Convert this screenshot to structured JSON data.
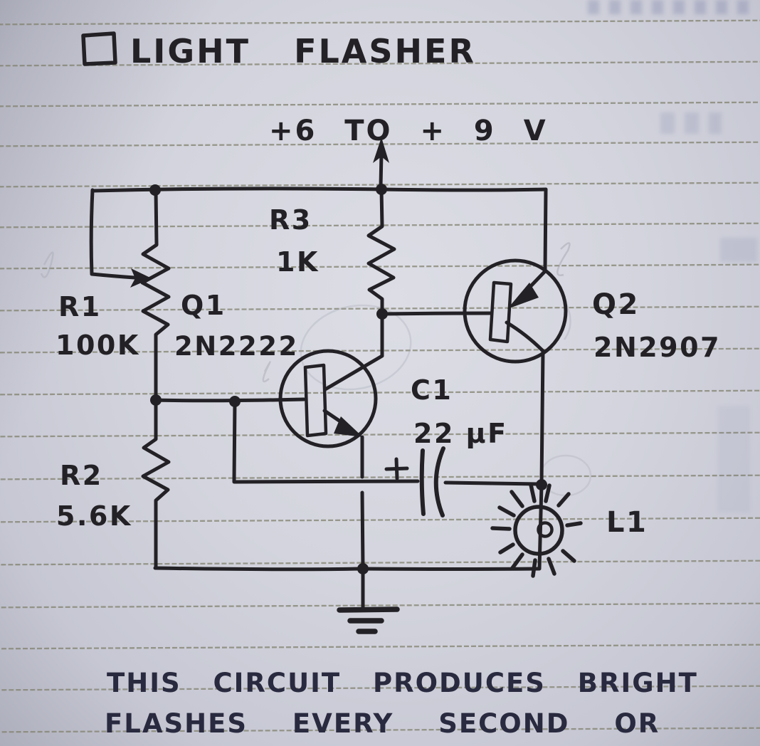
{
  "title": {
    "text": "LIGHT FLASHER"
  },
  "supply": {
    "label": "+6 TO + 9 V"
  },
  "components": {
    "r1": {
      "ref": "R1",
      "value": "100K"
    },
    "r2": {
      "ref": "R2",
      "value": "5.6K"
    },
    "r3": {
      "ref": "R3",
      "value": "1K"
    },
    "q1": {
      "ref": "Q1",
      "value": "2N2222"
    },
    "q2": {
      "ref": "Q2",
      "value": "2N2907"
    },
    "c1": {
      "ref": "C1",
      "value": "22 µF"
    },
    "l1": {
      "ref": "L1"
    }
  },
  "caption": {
    "line1": "THIS CIRCUIT PRODUCES BRIGHT",
    "line2": "FLASHES EVERY SECOND OR"
  },
  "colors": {
    "ink": "#232125",
    "caption_ink": "#29293f",
    "paper": "#d3d4dd",
    "rule": "#82826f"
  }
}
